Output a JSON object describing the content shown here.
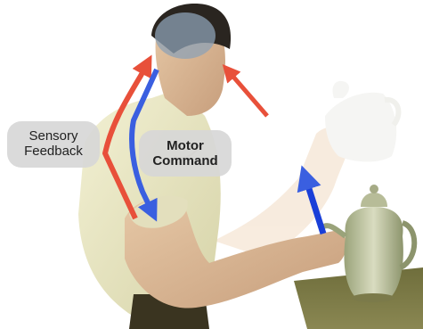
{
  "labels": {
    "sensory": [
      "Sensory",
      "Feedback"
    ],
    "motor": [
      "Motor",
      "Command"
    ]
  },
  "colors": {
    "sensory_arrow": "#e8503a",
    "motor_arrow": "#3a5fe0",
    "reach_arrow": "#1a3fd8",
    "pill_bg": "#d7d7d7"
  }
}
